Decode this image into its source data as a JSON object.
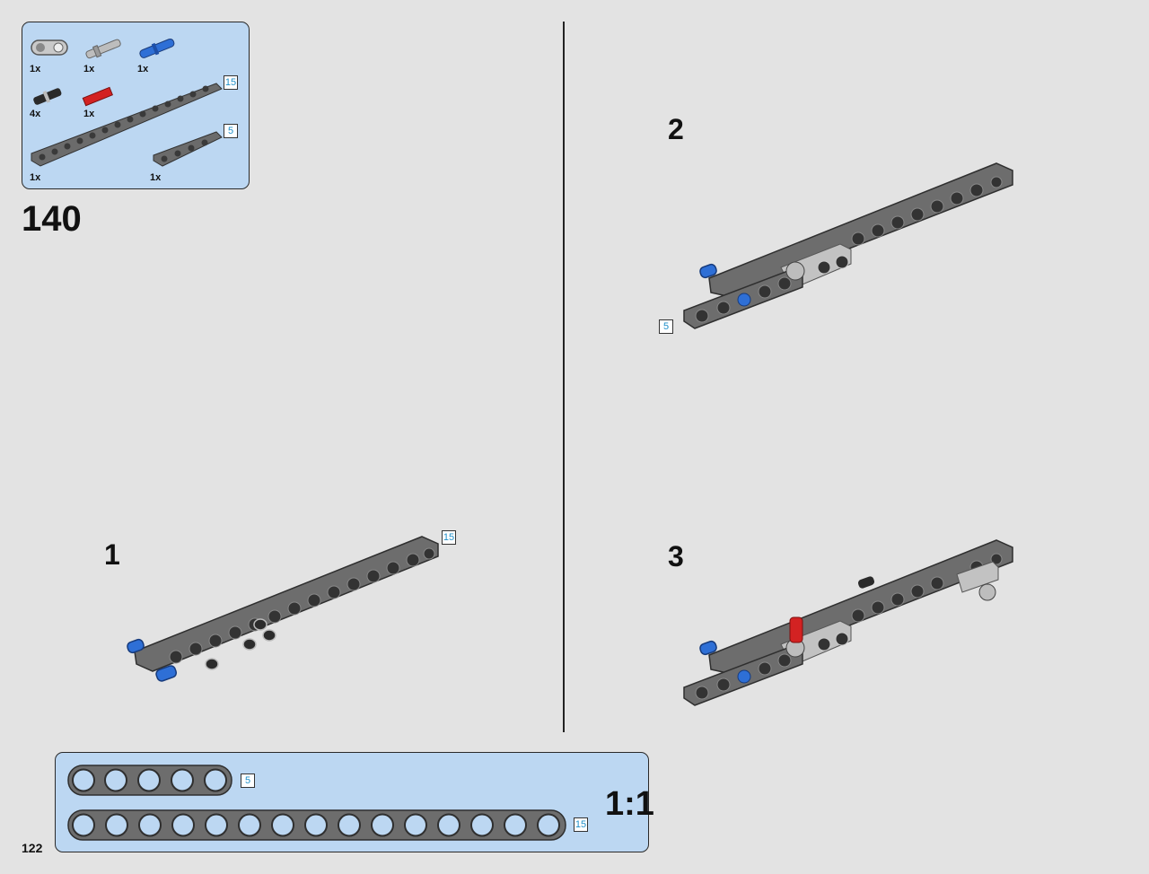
{
  "parts_list": {
    "items": [
      {
        "name": "cross-axle-connector",
        "qty": "1x"
      },
      {
        "name": "grey-pin-axle",
        "qty": "1x"
      },
      {
        "name": "blue-pin",
        "qty": "1x"
      },
      {
        "name": "black-friction-pin",
        "qty": "4x"
      },
      {
        "name": "red-axle",
        "qty": "1x"
      },
      {
        "name": "beam-15",
        "qty": "1x",
        "length": "15"
      },
      {
        "name": "beam-5",
        "qty": "1x",
        "length": "5"
      }
    ]
  },
  "step": {
    "number": "140"
  },
  "substeps": [
    {
      "number": "1",
      "callout": "15"
    },
    {
      "number": "2",
      "callout": "5"
    },
    {
      "number": "3"
    }
  ],
  "ruler": {
    "beams": [
      {
        "length": "5"
      },
      {
        "length": "15"
      }
    ],
    "scale": "1:1"
  },
  "page": {
    "number": "122"
  },
  "colors": {
    "panel": "#bcd7f2",
    "beam": "#6b6b6b",
    "blue_pin": "#2e6fd6",
    "red_axle": "#d32222",
    "callout_text": "#1f8fc9"
  }
}
